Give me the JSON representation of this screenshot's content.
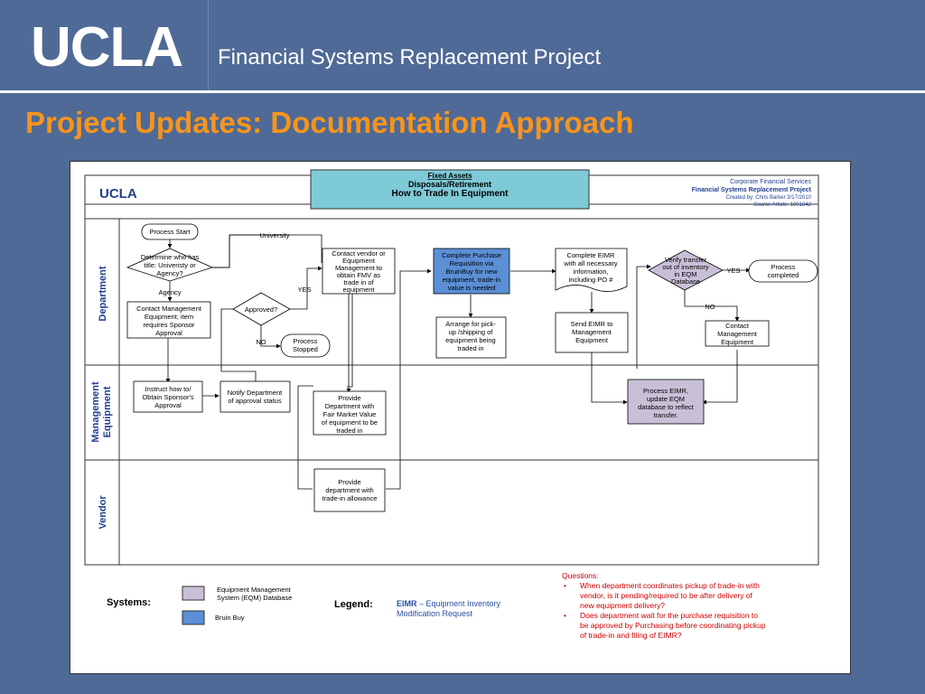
{
  "header": {
    "logo_text": "UCLA",
    "subtitle": "Financial Systems Replacement Project"
  },
  "slide_title": "Project Updates: Documentation Approach",
  "diagram": {
    "logo_text": "UCLA",
    "title_box": {
      "line1": "Fixed Assets",
      "line2": "Disposals/Retirement",
      "line3": "How to Trade In Equipment"
    },
    "info": {
      "line1": "Corporate Financial Services",
      "line2": "Financial Systems Replacement Project",
      "line3": "Created by: Chris Barker  3/17/2010",
      "line4": "Source Article: 1001842"
    },
    "lanes": {
      "department": "Department",
      "mgmt_line1": "Management",
      "mgmt_line2": "Equipment",
      "vendor": "Vendor"
    },
    "nodes": {
      "process_start": "Process Start",
      "determine": [
        "Determine who has",
        "title: Univeristy or",
        "Agency?"
      ],
      "university": "University",
      "agency": "Agency",
      "contact_mgmt": [
        "Contact Management",
        "Equipment; item",
        "requires Sponsor",
        "Approval"
      ],
      "approved": "Approved?",
      "yes1": "YES",
      "no1": "NO",
      "process_stopped": [
        "Process",
        "Stopped"
      ],
      "contact_vendor": [
        "Contact vendor or",
        "Equipment",
        "Management to",
        "obtain FMV as",
        "trade in of",
        "equipment"
      ],
      "complete_pr": [
        "Complete Purchase",
        "Requisition via",
        "BruinBuy for new",
        "equipment, trade-in",
        "value is needed"
      ],
      "arrange": [
        "Arrange for pick-",
        "up /shipping of",
        "equipment being",
        "traded in"
      ],
      "complete_eimr": [
        "Complete EIMR",
        "with all necessary",
        "information,",
        "including PO #"
      ],
      "send_eimr": [
        "Send EIMR to",
        "Management",
        "Equipment"
      ],
      "verify": [
        "Verify transfer",
        "out of inventory",
        "in EQM",
        "Database"
      ],
      "yes2": "YES",
      "no2": "NO",
      "process_completed": [
        "Process",
        "completed"
      ],
      "contact_mgmt2": [
        "Contact",
        "Management",
        "Equipment"
      ],
      "instruct": [
        "Instruct how to/",
        "Obtain Sponsor's",
        "Approval"
      ],
      "notify": [
        "Notify Department",
        "of approval status"
      ],
      "provide_fmv": [
        "Provide",
        "Department with",
        "Fair Market Value",
        "of equipment to be",
        "traded in"
      ],
      "process_eimr": [
        "Process EIMR,",
        "update EQM",
        "database to reflect",
        "transfer."
      ],
      "provide_trade": [
        "Provide",
        "department with",
        "trade-in allowance"
      ]
    },
    "systems": {
      "label": "Systems:",
      "eqm_line1": "Equipment Management",
      "eqm_line2": "System (EQM) Database",
      "bruin": "Bruin Buy",
      "eqm_color": "#c9c0d8",
      "bruin_color": "#5b8fd6"
    },
    "legend": {
      "label": "Legend:",
      "term": "EIMR",
      "def1": " – Equipment Inventory",
      "def2": "Modification Request"
    },
    "questions": {
      "title": "Questions:",
      "q1": [
        "When department coordinates pickup of trade-in with",
        "vendor, is it pending/required to be after delivery of",
        "new equipment delivery?"
      ],
      "q2": [
        "Does department wait for the purchase requisition to",
        "be approved by Purchasing before coordinating pickup",
        "of trade-in and filing of EIMR?"
      ],
      "color": "#cc0000"
    },
    "colors": {
      "title_box": "#7ecad6",
      "bruinbuy": "#5b8fd6",
      "eqm": "#c9c0d8",
      "legend_term": "#2a4fa0"
    }
  }
}
